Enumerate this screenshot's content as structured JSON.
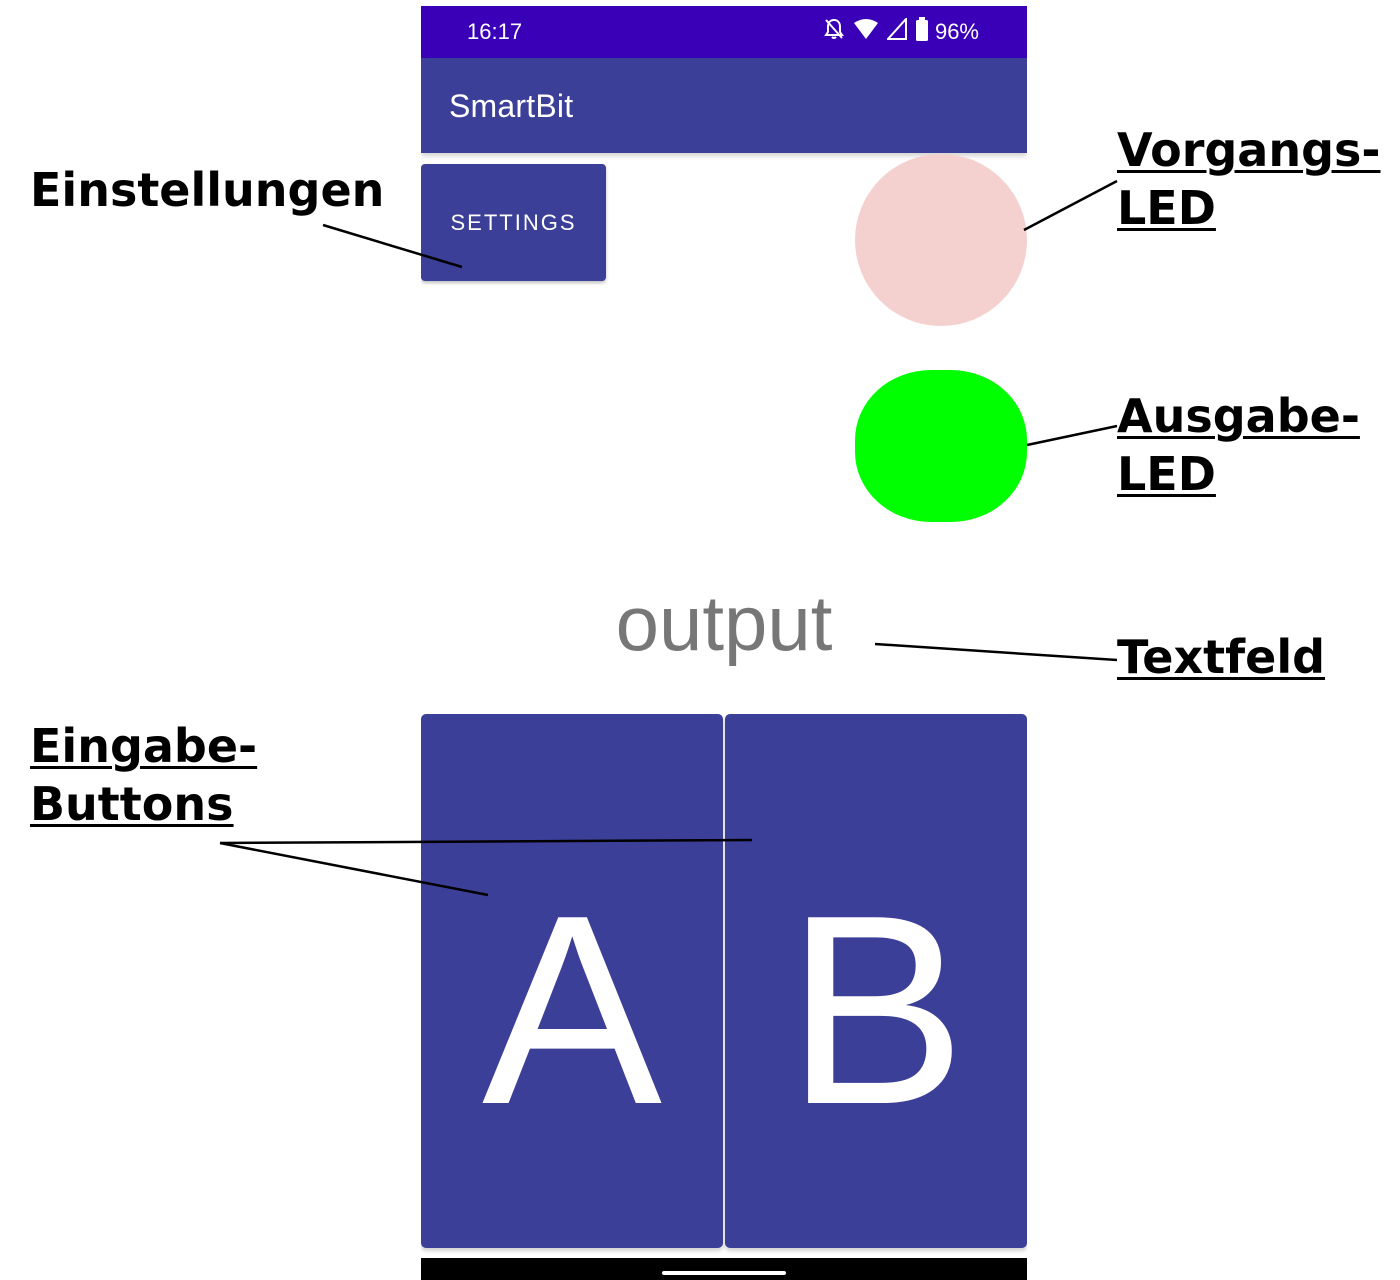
{
  "status_bar": {
    "time": "16:17",
    "battery": "96%",
    "icons": [
      "notifications-off-icon",
      "wifi-icon",
      "signal-icon",
      "battery-icon"
    ],
    "color": "#3a00b7"
  },
  "app_bar": {
    "title": "SmartBit",
    "color": "#3c3f98"
  },
  "settings_button": {
    "label": "SETTINGS"
  },
  "leds": {
    "process_color": "#f4d1cf",
    "output_color": "#00ff00"
  },
  "output_text": "output",
  "input_buttons": {
    "a_label": "A",
    "b_label": "B"
  },
  "annotations": {
    "settings": "Einstellungen",
    "process_led_line1": "Vorgangs-",
    "process_led_line2": "LED",
    "output_led_line1": "Ausgabe-",
    "output_led_line2": "LED",
    "text_field": "Textfeld",
    "input_buttons_line1": "Eingabe-",
    "input_buttons_line2": "Buttons"
  }
}
